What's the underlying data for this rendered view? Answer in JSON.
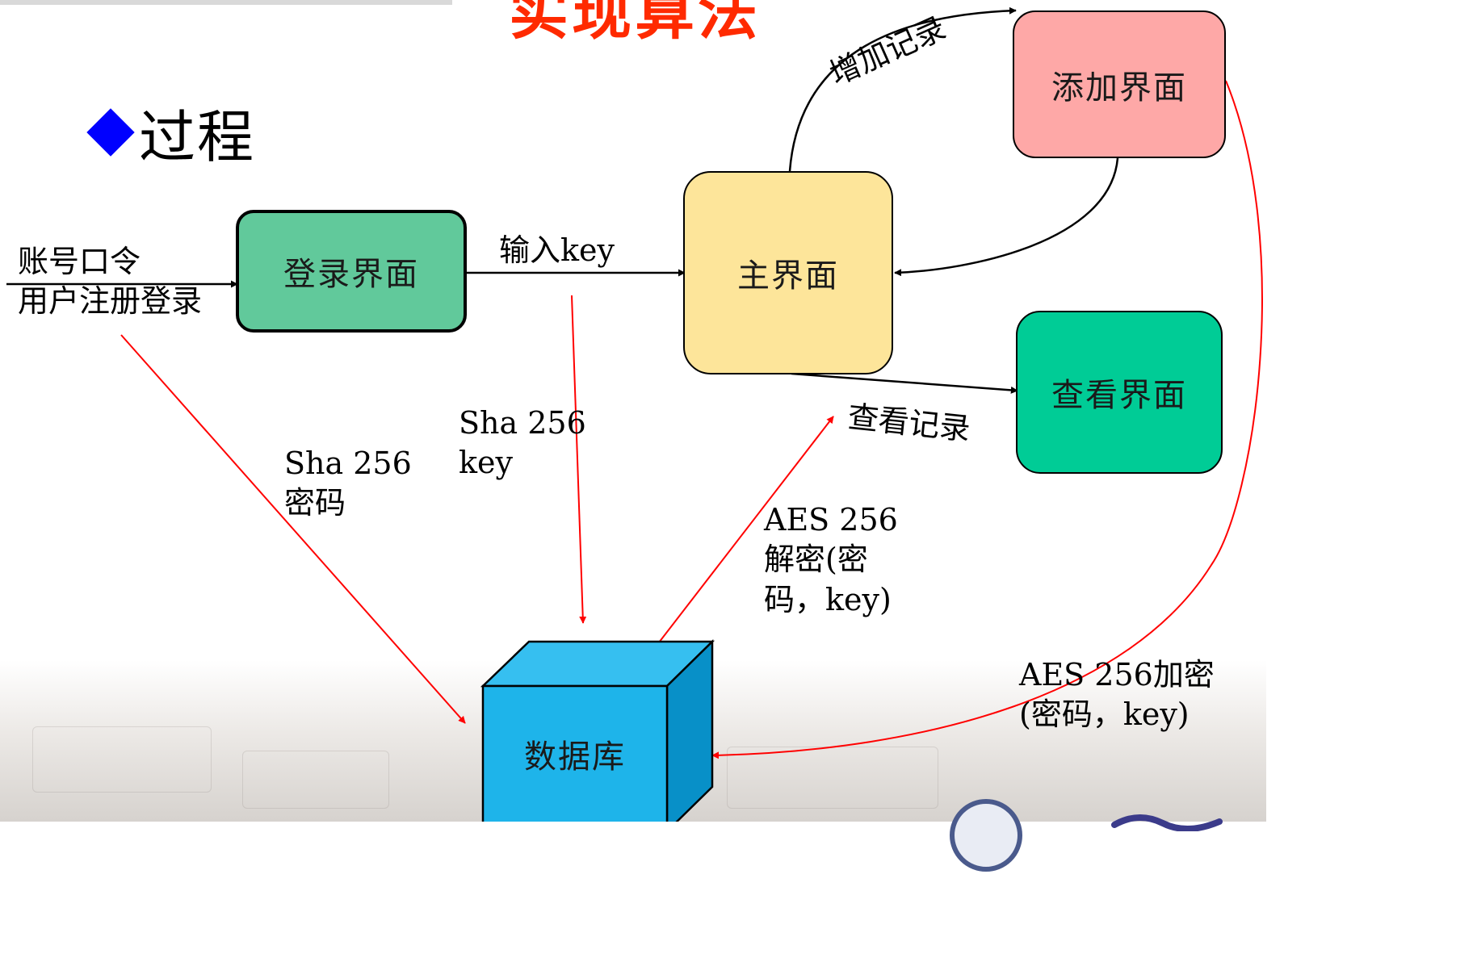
{
  "slide": {
    "title": "实现算法",
    "heading": "过程"
  },
  "nodes": {
    "login": "登录界面",
    "main": "主界面",
    "add": "添加界面",
    "view": "查看界面",
    "database": "数据库"
  },
  "labels": {
    "account_password": "账号口令",
    "register_login": "用户注册登录",
    "input_key": "输入key",
    "add_record": "增加记录",
    "view_record": "查看记录",
    "sha_key_line1": "Sha 256",
    "sha_key_line2": "key",
    "sha_pwd_line1": "Sha 256",
    "sha_pwd_line2": "密码",
    "aes_decrypt_line1": "AES 256",
    "aes_decrypt_line2": "解密(密",
    "aes_decrypt_line3": "码，key)",
    "aes_encrypt_line1": "AES 256加密",
    "aes_encrypt_line2": "(密码，key)"
  },
  "colors": {
    "title": "#ff2a00",
    "bullet": "#0000ff",
    "login_fill": "#61c99b",
    "main_fill": "#fde59a",
    "add_fill": "#fea8a7",
    "view_fill": "#00cc96",
    "db_front": "#1eb4ea",
    "db_top": "#36bff0",
    "db_side": "#0890c8",
    "flow_arrow": "#000000",
    "crypto_arrow": "#ff0000"
  }
}
